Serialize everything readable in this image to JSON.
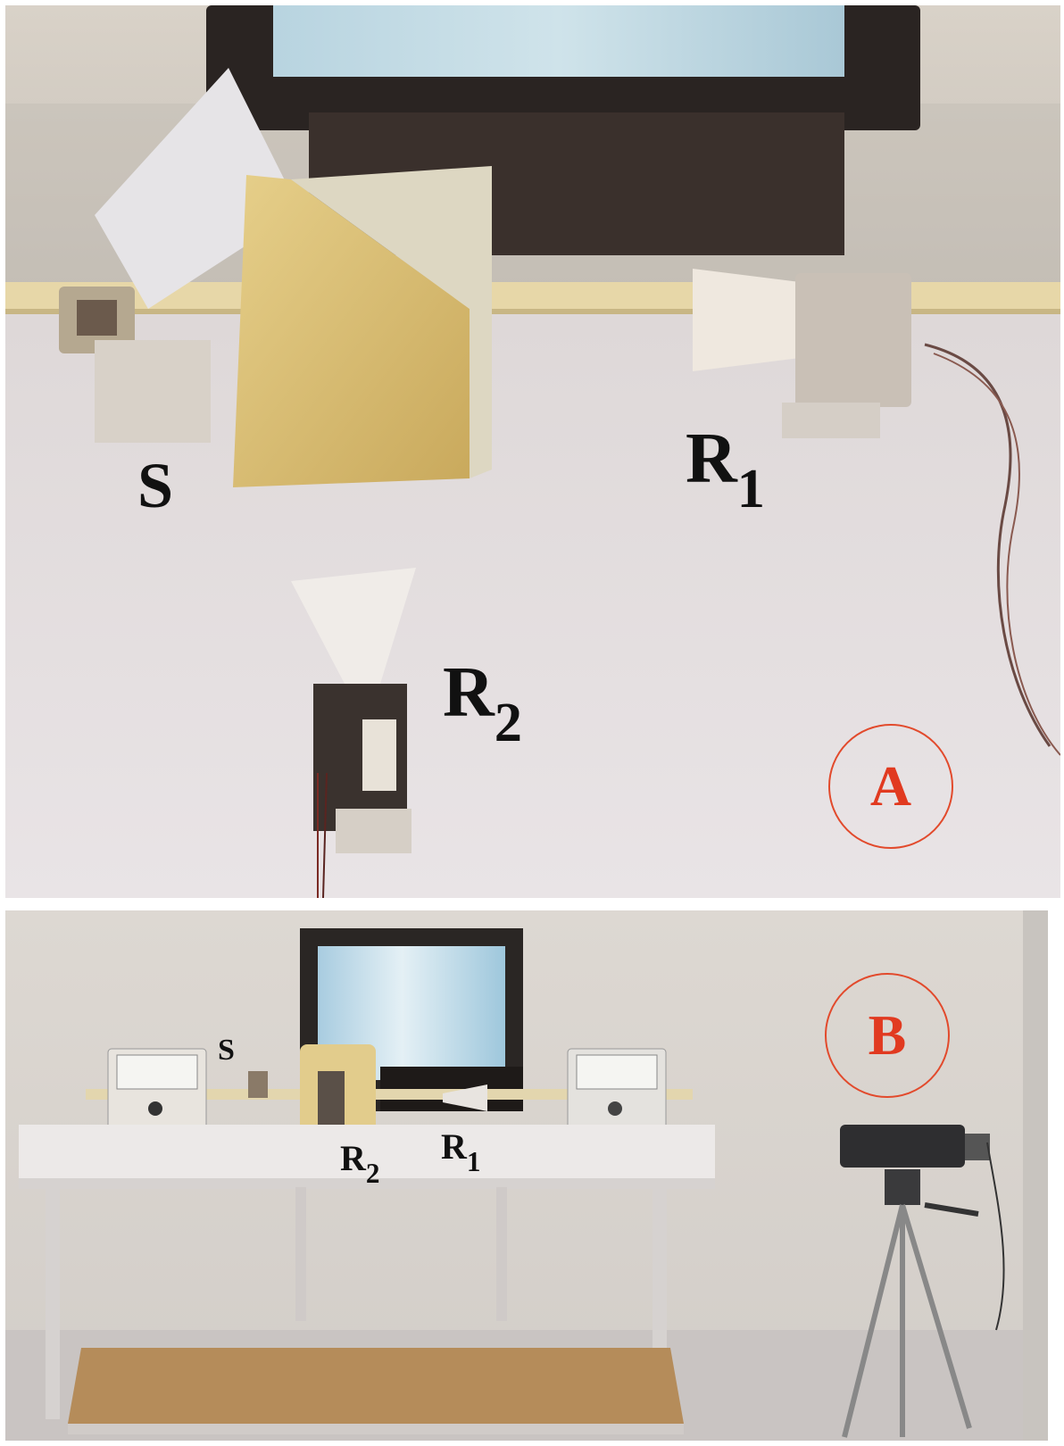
{
  "panel_a": {
    "badge": "A",
    "labels": {
      "source": "S",
      "receiver1": {
        "main": "R",
        "sub": "1"
      },
      "receiver2": {
        "main": "R",
        "sub": "2"
      }
    }
  },
  "panel_b": {
    "badge": "B",
    "labels": {
      "source": "S",
      "receiver1": {
        "main": "R",
        "sub": "1"
      },
      "receiver2": {
        "main": "R",
        "sub": "2"
      }
    }
  },
  "colors": {
    "badge_ring": "#e24a2c",
    "badge_text": "#e13a20",
    "label_text": "#111111"
  }
}
